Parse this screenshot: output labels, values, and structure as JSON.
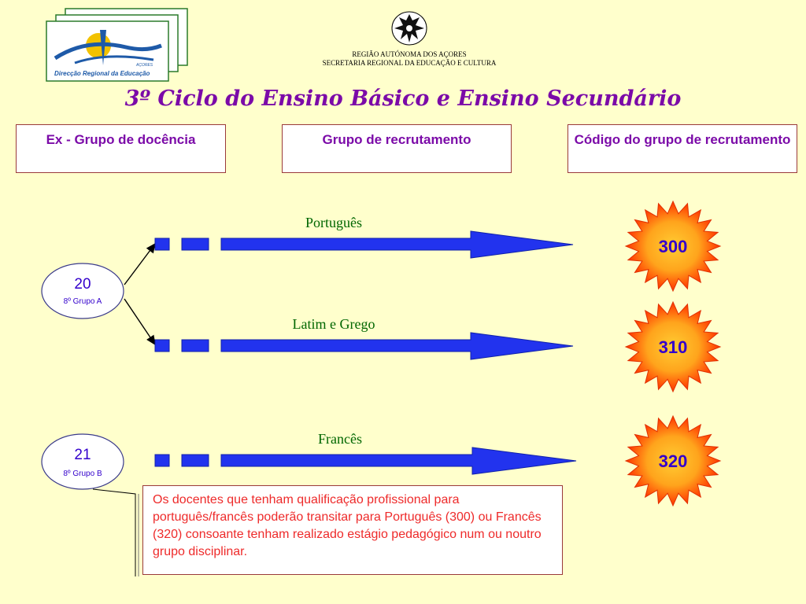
{
  "header": {
    "org_line1": "REGIÃO AUTÓNOMA DOS AÇORES",
    "org_line2": "SECRETARIA REGIONAL DA EDUCAÇÃO E CULTURA",
    "logo_text": "Direcção Regional da Educação",
    "logo_small": "AÇORES"
  },
  "title": "3º Ciclo do Ensino Básico e Ensino Secundário",
  "columns": [
    "Ex - Grupo de docência",
    "Grupo de recrutamento",
    "Código do grupo de recrutamento"
  ],
  "groups": [
    {
      "number": "20",
      "label": "8º Grupo A"
    },
    {
      "number": "21",
      "label": "8º Grupo B"
    }
  ],
  "arrows": [
    {
      "label": "Português",
      "code": "300"
    },
    {
      "label": "Latim e Grego",
      "code": "310"
    },
    {
      "label": "Francês",
      "code": "320"
    }
  ],
  "note": "Os docentes que tenham qualificação profissional para português/francês poderão transitar para Português (300) ou Francês (320) consoante tenham realizado estágio pedagógico num ou noutro grupo disciplinar.",
  "colors": {
    "background": "#ffffcc",
    "title": "#7b0aa8",
    "arrow": "#2233ee",
    "burst_outer": "#ff3300",
    "burst_inner": "#ffcc33",
    "label": "#006600",
    "note_text": "#ee2a2a"
  }
}
